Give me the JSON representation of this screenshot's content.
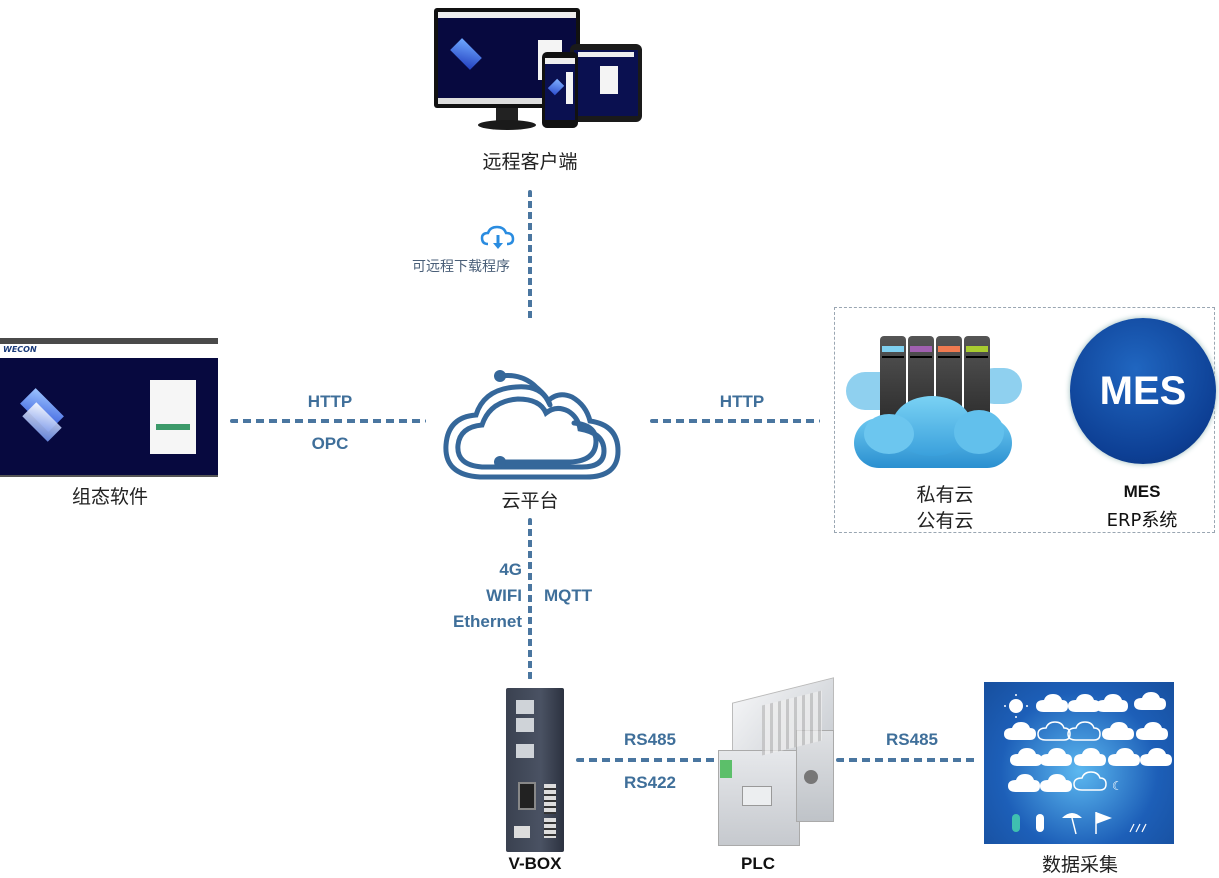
{
  "nodes": {
    "remote_client": {
      "label": "远程客户端"
    },
    "remote_download": {
      "label": "可远程下载程序",
      "icon": "cloud-download-icon"
    },
    "config_software": {
      "label": "组态软件",
      "brand": "WECON"
    },
    "cloud_platform": {
      "label": "云平台",
      "icon": "cloud-platform-icon"
    },
    "private_cloud": {
      "line1": "私有云",
      "line2": "公有云"
    },
    "mes": {
      "badge": "MES",
      "line1": "MES",
      "line2": "ERP系统"
    },
    "vbox": {
      "label": "V-BOX"
    },
    "plc": {
      "label": "PLC"
    },
    "data_acquisition": {
      "label": "数据采集"
    }
  },
  "links": {
    "config_to_cloud": {
      "top": "HTTP",
      "bottom": "OPC"
    },
    "cloud_to_private": {
      "top": "HTTP"
    },
    "cloud_to_vbox": {
      "left": [
        "4G",
        "WIFI",
        "Ethernet"
      ],
      "right": "MQTT"
    },
    "vbox_to_plc": {
      "top": "RS485",
      "bottom": "RS422"
    },
    "plc_to_sensors": {
      "top": "RS485"
    }
  },
  "colors": {
    "link": "#4a76a0",
    "label_blue": "#3f6f9a",
    "mes_blue": "#0d3f94",
    "screen_bg": "#07093f",
    "weather_bg": "#1d5fb8"
  },
  "server_stripe_colors": [
    "#7fd0f0",
    "#a060b0",
    "#f07a50",
    "#a8cc30"
  ]
}
